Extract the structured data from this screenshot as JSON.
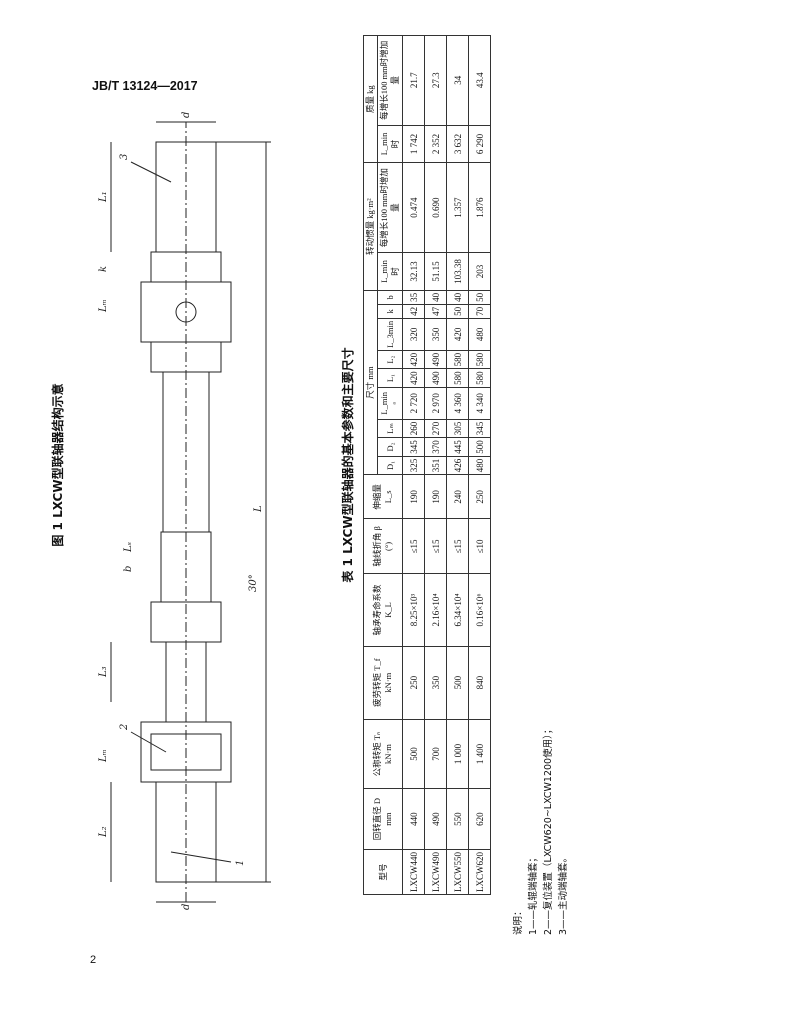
{
  "header": {
    "standard": "JB/T 13124—2017"
  },
  "page_number": "2",
  "figure": {
    "caption": "图 1 LXCW型联轴器结构示意",
    "labels": {
      "d_sym": "d",
      "angle": "30°",
      "L": "L",
      "L1": "L₁",
      "L2": "L₂",
      "L3": "L₃",
      "Lm": "Lₘ",
      "Ls": "Lₛ",
      "k": "k",
      "b": "b",
      "n1": "1",
      "n2": "2",
      "n3": "3"
    },
    "notes_title": "说明：",
    "notes": [
      "1——轧辊端轴套；",
      "2——复位装置（LXCW620~LXCW1200使用）；",
      "3——主动端轴套。"
    ]
  },
  "table": {
    "caption": "表 1 LXCW型联轴器的基本参数和主要尺寸",
    "headers": {
      "model": "型号",
      "diameter": "回转直径 D mm",
      "torque": "公称转矩 Tₙ kN·m",
      "fatigue": "疲劳转矩 T_f kN·m",
      "life": "轴承寿命系数 K_L",
      "angle": "轴线折角 β (°)",
      "stroke": "伸缩量 L_s",
      "dims": "尺寸 mm",
      "D1": "D₁",
      "D2": "D₂",
      "Lm": "Lₘ",
      "Lmin": "L_min ᵃ",
      "L1": "L₁",
      "L2": "L₂",
      "L3": "L_3min",
      "k": "k",
      "b": "b",
      "inertia": "转动惯量 kg·m²",
      "inertia_min": "L_min 时",
      "inertia_inc": "每增长100 mm时增加量",
      "mass": "质量 kg",
      "mass_min": "L_min 时",
      "mass_inc": "每增长100 mm时增加量"
    },
    "rows": [
      [
        "LXCW440",
        "440",
        "500",
        "250",
        "8.25×10³",
        "≤15",
        "190",
        "325",
        "345",
        "260",
        "2 720",
        "420",
        "420",
        "320",
        "42",
        "35",
        "32.13",
        "0.474",
        "1 742",
        "21.7"
      ],
      [
        "LXCW490",
        "490",
        "700",
        "350",
        "2.16×10⁴",
        "≤15",
        "190",
        "351",
        "370",
        "270",
        "2 970",
        "490",
        "490",
        "350",
        "47",
        "40",
        "51.15",
        "0.690",
        "2 352",
        "27.3"
      ],
      [
        "LXCW550",
        "550",
        "1 000",
        "500",
        "6.34×10⁴",
        "≤15",
        "240",
        "426",
        "445",
        "305",
        "4 360",
        "580",
        "580",
        "420",
        "50",
        "40",
        "103.38",
        "1.357",
        "3 632",
        "34"
      ],
      [
        "LXCW620",
        "620",
        "1 400",
        "840",
        "0.16×10⁶",
        "≤10",
        "250",
        "480",
        "500",
        "345",
        "4 340",
        "580",
        "580",
        "480",
        "70",
        "50",
        "203",
        "1.876",
        "6 290",
        "43.4"
      ]
    ]
  }
}
